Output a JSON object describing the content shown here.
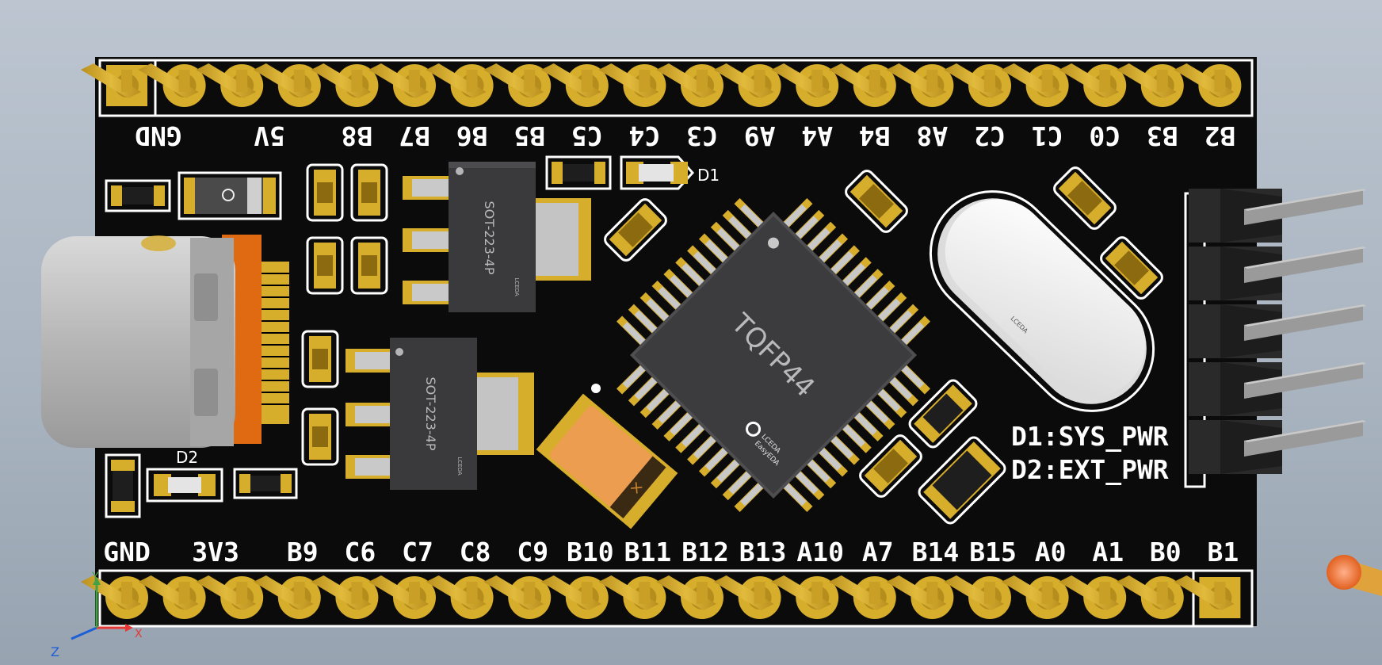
{
  "board": {
    "top_labels": [
      "GND",
      "5V",
      "B8",
      "B7",
      "B6",
      "B5",
      "C5",
      "C4",
      "C3",
      "A9",
      "A4",
      "B4",
      "A8",
      "C2",
      "C1",
      "C0",
      "B3",
      "B2"
    ],
    "bottom_labels": [
      "GND",
      "3V3",
      "B9",
      "C6",
      "C7",
      "C8",
      "C9",
      "B10",
      "B11",
      "B12",
      "B13",
      "A10",
      "A7",
      "B14",
      "B15",
      "A0",
      "A1",
      "B0",
      "B1"
    ],
    "d1_ref": "D1",
    "d2_ref": "D2",
    "legend_d1": "D1:SYS_PWR",
    "legend_d2": "D2:EXT_PWR",
    "mcu_package": "TQFP44",
    "reg_package": "SOT-223-4P",
    "pin_brand": "LCEDA",
    "logo_line1": "LCEDA",
    "logo_line2": "EasyEDA"
  },
  "axes": {
    "x": "X",
    "y": "Y",
    "z": "Z"
  },
  "colors": {
    "pcb": "#0b0b0b",
    "gold": "#d7ad2c",
    "silkscreen": "#ffffff",
    "chip": "#3d3d3f",
    "axis_x": "#e53935",
    "axis_y": "#43a047",
    "axis_z": "#1e5fd6"
  },
  "icons": [
    "usb-c-connector",
    "crystal-oscillator",
    "pin-header",
    "axis-gizmo"
  ]
}
